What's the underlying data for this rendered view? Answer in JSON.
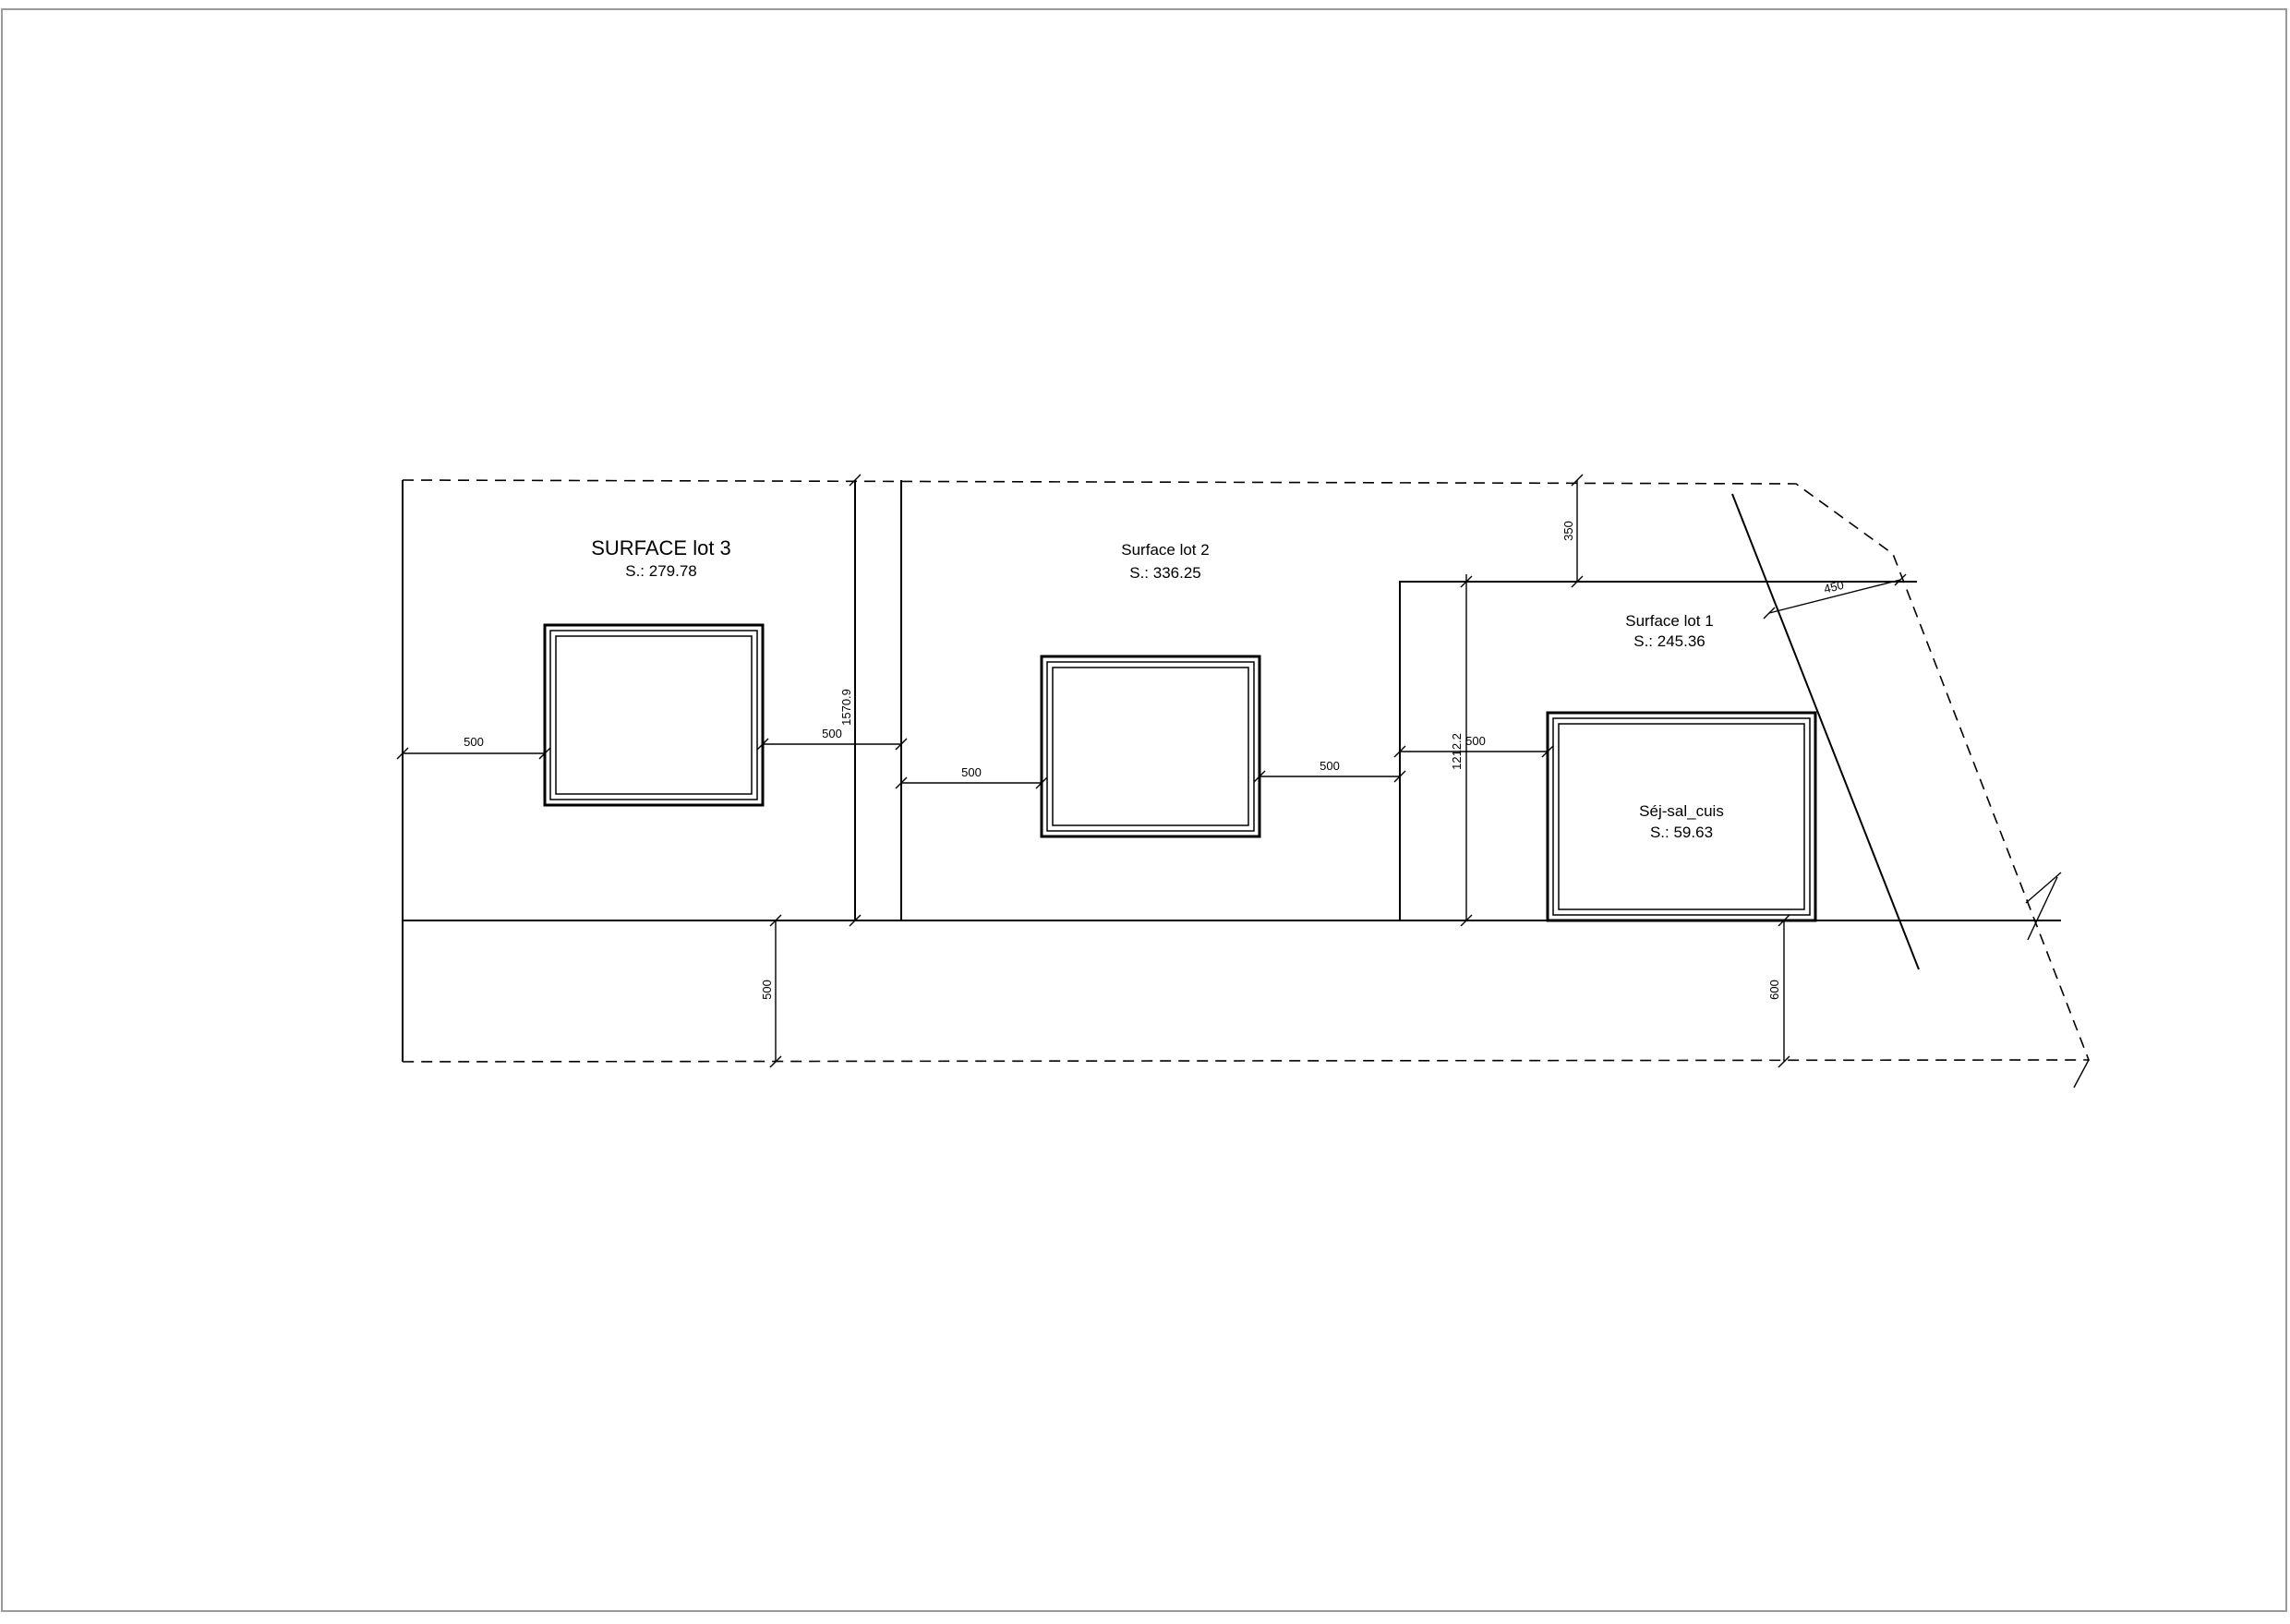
{
  "lots": [
    {
      "title": "SURFACE lot 3",
      "area": "S.: 279.78"
    },
    {
      "title": "Surface lot 2",
      "area": "S.: 336.25"
    },
    {
      "title": "Surface lot 1",
      "area": "S.: 245.36"
    }
  ],
  "room": {
    "title": "Séj-sal_cuis",
    "area": "S.: 59.63"
  },
  "dimensions": {
    "lot3_left_setback": "500",
    "lot3_right_setback": "500",
    "lot3_depth": "1570.9",
    "lot2_left_setback": "500",
    "lot2_right_setback": "500",
    "lot1_depth": "1212.2",
    "lot1_left_setback": "500",
    "top_setback": "350",
    "diagonal_setback": "450",
    "front_setback_left": "500",
    "front_setback_right": "600"
  }
}
